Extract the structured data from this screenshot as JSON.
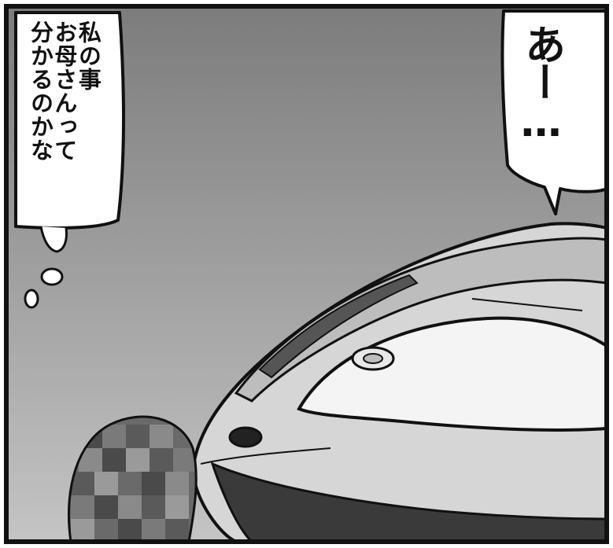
{
  "panel": {
    "thought_bubble": {
      "lines": [
        "私の事",
        "お母さんって",
        "分かるのかな"
      ]
    },
    "speech_bubble": {
      "text": "あー…"
    },
    "censor": "mosaic",
    "colors": {
      "background_top": "#7c7c7c",
      "background_bottom": "#c2c2c2",
      "ink": "#111111",
      "bubble": "#ffffff",
      "creature_body": "#d6d6d6",
      "creature_eye": "#f4f4f4",
      "mosaic_dark": "#4a4a4a",
      "mosaic_light": "#8a8a8a"
    }
  }
}
